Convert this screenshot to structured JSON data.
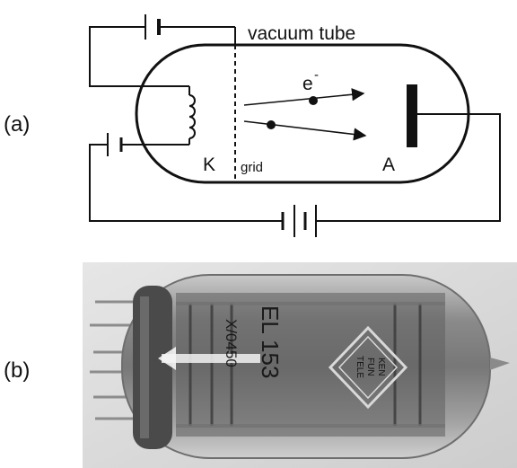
{
  "panel_a": {
    "label": "(a)",
    "tube_label": "vacuum tube",
    "electron_label": "e",
    "electron_charge": "-",
    "cathode_label": "K",
    "grid_label": "grid",
    "anode_label": "A"
  },
  "panel_b": {
    "label": "(b)",
    "tube_print": {
      "type_code": "EL 153",
      "side_code": "X/0450",
      "logo_text": [
        "TELE",
        "FUN",
        "KEN"
      ]
    }
  },
  "colors": {
    "ink": "#111111",
    "photo_background": "#d9d9d9",
    "glass": "#9c9c9c"
  }
}
